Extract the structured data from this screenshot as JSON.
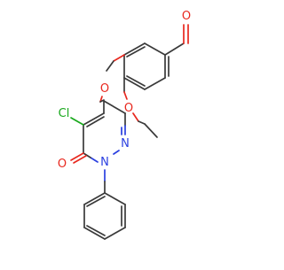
{
  "molecule": {
    "atom_labels": {
      "aldehyde_oxygen": "O",
      "ether_oxygen": "O",
      "ethoxy_oxygen": "O",
      "chlorine": "Cl",
      "carbonyl_oxygen": "O",
      "ring_nitrogen_1": "N",
      "ring_nitrogen_2": "N"
    },
    "colors": {
      "carbon_bond": "#3a3a3a",
      "oxygen": "#e8281e",
      "nitrogen": "#2a3fe0",
      "chlorine": "#18a81c"
    }
  }
}
